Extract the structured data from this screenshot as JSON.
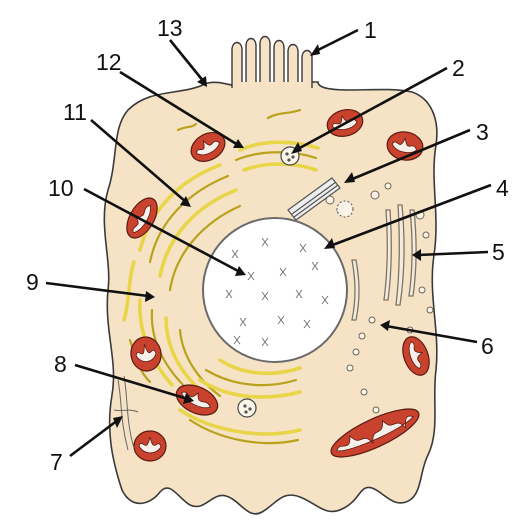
{
  "figure": {
    "labels": [
      {
        "id": "1",
        "text": "1"
      },
      {
        "id": "2",
        "text": "2"
      },
      {
        "id": "3",
        "text": "3"
      },
      {
        "id": "4",
        "text": "4"
      },
      {
        "id": "5",
        "text": "5"
      },
      {
        "id": "6",
        "text": "6"
      },
      {
        "id": "7",
        "text": "7"
      },
      {
        "id": "8",
        "text": "8"
      },
      {
        "id": "9",
        "text": "9"
      },
      {
        "id": "10",
        "text": "10"
      },
      {
        "id": "11",
        "text": "11"
      },
      {
        "id": "12",
        "text": "12"
      },
      {
        "id": "13",
        "text": "13"
      }
    ],
    "colors": {
      "cytoplasm": "#f6e3c6",
      "membrane": "#3a3a3a",
      "nucleus": "#ffffff",
      "mitochondria": "#c9422e",
      "er": "#e8d548"
    }
  }
}
